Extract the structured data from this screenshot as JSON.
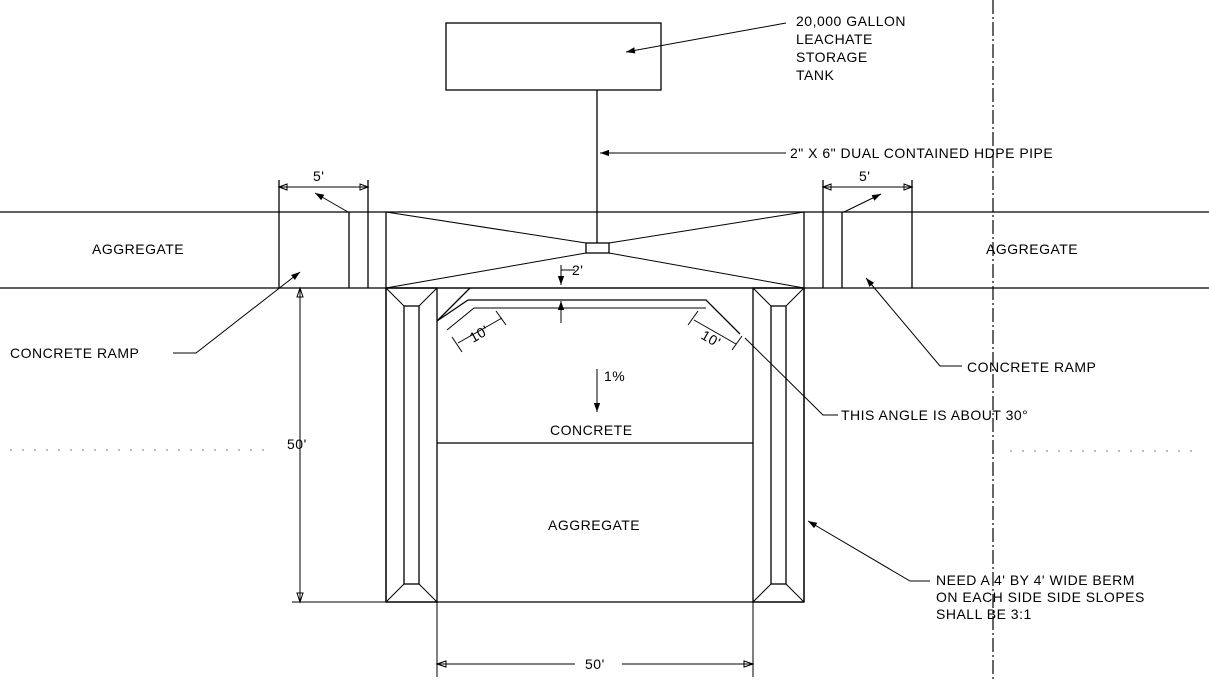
{
  "labels": {
    "tank_line1": "20,000 GALLON",
    "tank_line2": "LEACHATE",
    "tank_line3": "STORAGE",
    "tank_line4": "TANK",
    "pipe": "2\" X 6\" DUAL CONTAINED HDPE PIPE",
    "dim_5_left": "5'",
    "dim_5_right": "5'",
    "aggregate_left": "AGGREGATE",
    "aggregate_right": "AGGREGATE",
    "dim_2": "2'",
    "ramp_left": "CONCRETE RAMP",
    "ramp_right": "CONCRETE RAMP",
    "dim_10_left": "10'",
    "dim_10_right": "10'",
    "slope": "1%",
    "angle_note": "THIS ANGLE IS ABOUT 30°",
    "concrete": "CONCRETE",
    "dim_50_vertical": "50'",
    "aggregate_center": "AGGREGATE",
    "berm_line1": "NEED A 4' BY 4' WIDE BERM",
    "berm_line2": "ON EACH SIDE SIDE SLOPES",
    "berm_line3": "SHALL BE 3:1",
    "dim_50_horizontal": "50'"
  }
}
